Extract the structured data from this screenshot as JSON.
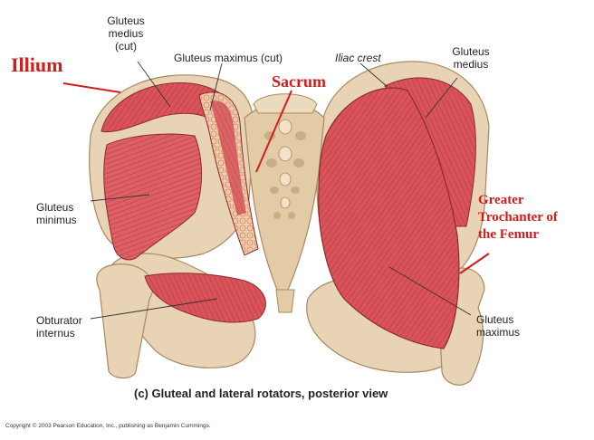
{
  "labels": {
    "gluteus_medius_cut": [
      "Gluteus",
      "medius",
      "(cut)"
    ],
    "gluteus_maximus_cut": "Gluteus maximus (cut)",
    "iliac_crest": "Iliac crest",
    "gluteus_medius": [
      "Gluteus",
      "medius"
    ],
    "gluteus_minimus": [
      "Gluteus",
      "minimus"
    ],
    "obturator_internus": [
      "Obturator",
      "internus"
    ],
    "gluteus_maximus": [
      "Gluteus",
      "maximus"
    ]
  },
  "annotations": {
    "illium": "Illium",
    "sacrum": "Sacrum",
    "greater_trochanter": [
      "Greater",
      "Trochanter of",
      "the Femur"
    ]
  },
  "caption": "(c) Gluteal and lateral rotators, posterior view",
  "copyright": "Copyright © 2003 Pearson Education, Inc., publishing as Benjamin Cummings.",
  "colors": {
    "bone": "#e8d3b4",
    "bone_shadow": "#c9ad86",
    "muscle": "#d9545a",
    "muscle_light": "#e98a8c",
    "annotation_red": "#d41c1c",
    "leader": "#333333"
  }
}
